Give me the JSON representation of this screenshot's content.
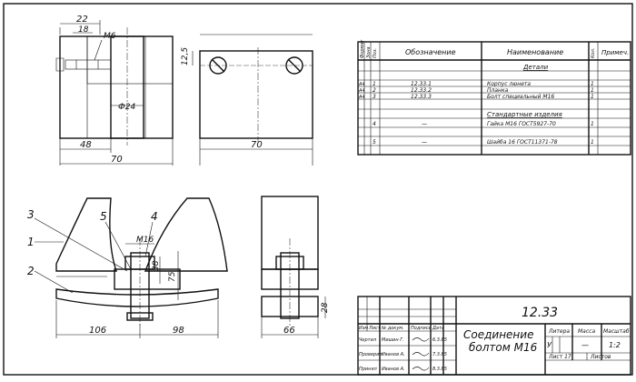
{
  "drawing": {
    "dims": {
      "top_width": "22",
      "top_inner": "18",
      "thread_top": "M6",
      "height_right": "12,5",
      "bore_dia": "Ф24",
      "left_width": "48",
      "overall_left": "70",
      "overall_right": "70",
      "bolt_thread": "M16",
      "dim_38": "38",
      "dim_75": "75",
      "bottom_left": "106",
      "bottom_mid": "98",
      "bottom_right": "66",
      "side_height": "28"
    },
    "leaders": [
      "1",
      "2",
      "3",
      "4",
      "5"
    ]
  },
  "spec": {
    "headers": {
      "format": "Формат",
      "zone": "Зона",
      "pos": "Поз.",
      "designation": "Обозначение",
      "name": "Наименование",
      "qty": "Кол.",
      "note": "Примеч."
    },
    "section_parts": "Детали",
    "section_std": "Стандартные изделия",
    "rows": [
      {
        "format": "А4",
        "pos": "1",
        "designation": "12.33.1",
        "name": "Корпус люнета",
        "qty": "1"
      },
      {
        "format": "А4",
        "pos": "2",
        "designation": "12.33.2",
        "name": "Планка",
        "qty": "1"
      },
      {
        "format": "А4",
        "pos": "3",
        "designation": "12.33.3",
        "name": "Болт специальный М16",
        "qty": "1"
      },
      {
        "format": "",
        "pos": "4",
        "designation": "—",
        "name": "Гайка М16   ГОСТ5927-70",
        "qty": "1"
      },
      {
        "format": "",
        "pos": "5",
        "designation": "—",
        "name": "Шайба 16 ГОСТ11371-78",
        "qty": "1"
      }
    ]
  },
  "title_block": {
    "code": "12.33",
    "title_line1": "Соединение",
    "title_line2": "болтом М16",
    "lit_label": "Литера",
    "mass_label": "Масса",
    "scale_label": "Масштаб",
    "lit_value": "У",
    "mass_value": "—",
    "scale_value": "1:2",
    "sheet_label": "Лист 17",
    "sheets_label": "Листов",
    "cols": {
      "change": "Изм",
      "sheet": "Лист",
      "doc": "№ докум.",
      "sign": "Подпись",
      "date": "Дата"
    },
    "roles": [
      {
        "role": "Чертил",
        "name": "Мишин Г.",
        "date": "6.3.85"
      },
      {
        "role": "Проверил",
        "name": "Иванов А.",
        "date": "7.3.85"
      },
      {
        "role": "Принял",
        "name": "Иванов А.",
        "date": "8.3.85"
      }
    ]
  }
}
